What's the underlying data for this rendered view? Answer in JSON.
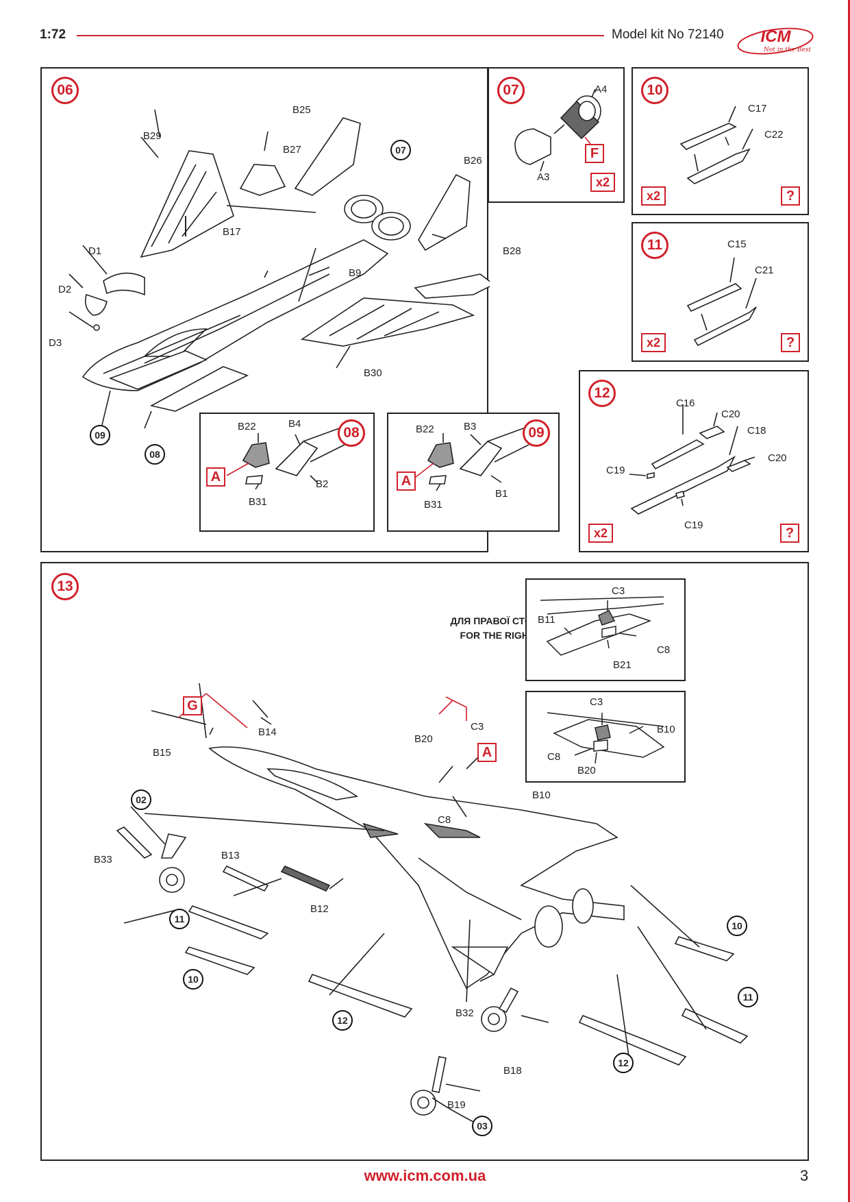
{
  "header": {
    "scale": "1:72",
    "kit_number": "Model kit No 72140",
    "logo_text": "ICM",
    "logo_tagline": "Not in the Best"
  },
  "footer": {
    "url": "www.icm.com.ua",
    "page_number": "3"
  },
  "step06": {
    "number": "06",
    "parts": [
      "B25",
      "B29",
      "B27",
      "B26",
      "B17",
      "D1",
      "D2",
      "D3",
      "B9",
      "B28",
      "B30"
    ],
    "refs": [
      "07",
      "09",
      "08"
    ]
  },
  "step07": {
    "number": "07",
    "parts": [
      "A4",
      "A3"
    ],
    "color": "F",
    "qty": "x2"
  },
  "step08": {
    "number": "08",
    "parts": [
      "B22",
      "B4",
      "B2",
      "B31"
    ],
    "color": "A"
  },
  "step09": {
    "number": "09",
    "parts": [
      "B22",
      "B3",
      "B1",
      "B31"
    ],
    "color": "A"
  },
  "step10": {
    "number": "10",
    "parts": [
      "C17",
      "C22"
    ],
    "qty": "x2",
    "unknown": "?"
  },
  "step11": {
    "number": "11",
    "parts": [
      "C15",
      "C21"
    ],
    "qty": "x2",
    "unknown": "?"
  },
  "step12": {
    "number": "12",
    "parts": [
      "C16",
      "C20",
      "C18",
      "C20",
      "C19",
      "C19"
    ],
    "qty": "x2",
    "unknown": "?"
  },
  "step13": {
    "number": "13",
    "note_ua": "ДЛЯ ПРАВОЇ СТОРОНИ",
    "note_en": "FOR THE RIGHT SIDE",
    "inset_right_parts": [
      "C3",
      "B11",
      "C8",
      "B21"
    ],
    "inset_left_parts": [
      "C3",
      "B10",
      "C8",
      "B20"
    ],
    "parts": [
      "B14",
      "B15",
      "B20",
      "C3",
      "C8",
      "B10",
      "B33",
      "B13",
      "B12",
      "B32",
      "B18",
      "B19"
    ],
    "colors": [
      "G",
      "A"
    ],
    "refs": [
      "02",
      "11",
      "10",
      "12",
      "03",
      "10",
      "11",
      "12"
    ]
  },
  "colors": {
    "accent": "#d0202a",
    "line": "#222222"
  }
}
